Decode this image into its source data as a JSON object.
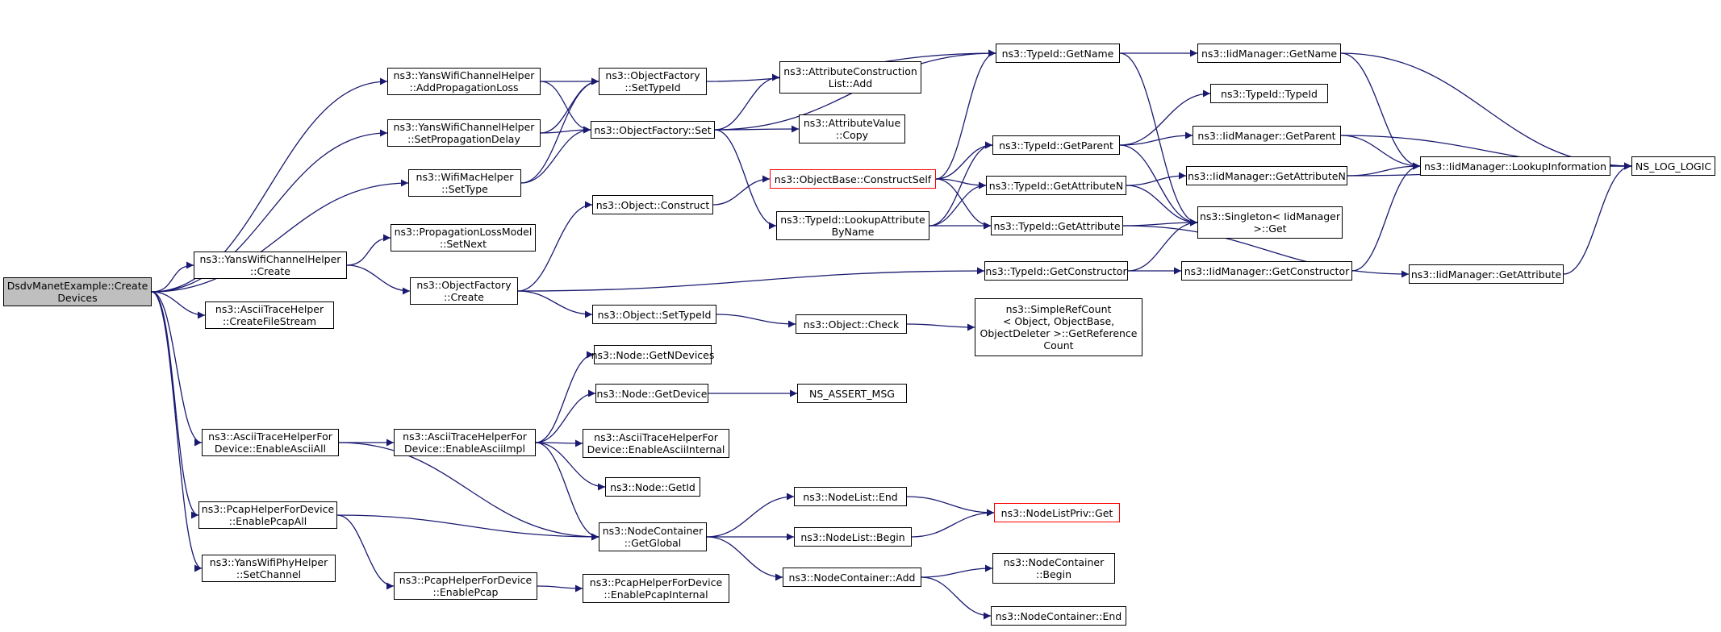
{
  "colors": {
    "edge": "#191970",
    "box_border": "#000000",
    "truncated_border": "#ff0000",
    "root_fill": "#bfbfbf"
  },
  "nodes": {
    "n_root": "DsdvManetExample::Create\nDevices",
    "n_addprop": "ns3::YansWifiChannelHelper\n::AddPropagationLoss",
    "n_setpropdelay": "ns3::YansWifiChannelHelper\n::SetPropagationDelay",
    "n_wifimac": "ns3::WifiMacHelper\n::SetType",
    "n_ywch_create": "ns3::YansWifiChannelHelper\n::Create",
    "n_ascii_cfs": "ns3::AsciiTraceHelper\n::CreateFileStream",
    "n_enableasciiall": "ns3::AsciiTraceHelperFor\nDevice::EnableAsciiAll",
    "n_enablepcapall": "ns3::PcapHelperForDevice\n::EnablePcapAll",
    "n_setchannel": "ns3::YansWifiPhyHelper\n::SetChannel",
    "n_of_settypeid": "ns3::ObjectFactory\n::SetTypeId",
    "n_of_set": "ns3::ObjectFactory::Set",
    "n_plm_setnext": "ns3::PropagationLossModel\n::SetNext",
    "n_of_create": "ns3::ObjectFactory\n::Create",
    "n_enableasciiimpl": "ns3::AsciiTraceHelperFor\nDevice::EnableAsciiImpl",
    "n_enablepcap": "ns3::PcapHelperForDevice\n::EnablePcap",
    "n_attrcons_add": "ns3::AttributeConstruction\nList::Add",
    "n_attrval_copy": "ns3::AttributeValue\n::Copy",
    "n_obj_construct": "ns3::Object::Construct",
    "n_lookupattr": "ns3::TypeId::LookupAttribute\nByName",
    "n_obj_settypeid": "ns3::Object::SetTypeId",
    "n_obj_check": "ns3::Object::Check",
    "n_node_getndevices": "ns3::Node::GetNDevices",
    "n_node_getdevice": "ns3::Node::GetDevice",
    "n_assert_msg": "NS_ASSERT_MSG",
    "n_enableasciiinternal": "ns3::AsciiTraceHelperFor\nDevice::EnableAsciiInternal",
    "n_node_getid": "ns3::Node::GetId",
    "n_nc_getglobal": "ns3::NodeContainer\n::GetGlobal",
    "n_enablepcapinternal": "ns3::PcapHelperForDevice\n::EnablePcapInternal",
    "n_nl_end": "ns3::NodeList::End",
    "n_nl_begin": "ns3::NodeList::Begin",
    "n_nc_add": "ns3::NodeContainer::Add",
    "n_nlpriv_get": "ns3::NodeListPriv::Get",
    "n_nc_begin": "ns3::NodeContainer\n::Begin",
    "n_nc_end": "ns3::NodeContainer::End",
    "n_objbase_cs": "ns3::ObjectBase::ConstructSelf",
    "n_tid_getname": "ns3::TypeId::GetName",
    "n_tid_getparent": "ns3::TypeId::GetParent",
    "n_tid_getattrn": "ns3::TypeId::GetAttributeN",
    "n_tid_getattr": "ns3::TypeId::GetAttribute",
    "n_tid_getctor": "ns3::TypeId::GetConstructor",
    "n_simplerefcount": "ns3::SimpleRefCount\n< Object, ObjectBase,\nObjectDeleter >::GetReference\nCount",
    "n_tid_typeid": "ns3::TypeId::TypeId",
    "n_iid_getname": "ns3::IidManager::GetName",
    "n_iid_getparent": "ns3::IidManager::GetParent",
    "n_iid_getattrn": "ns3::IidManager::GetAttributeN",
    "n_singleton_get": "ns3::Singleton< IidManager\n>::Get",
    "n_iid_getctor": "ns3::IidManager::GetConstructor",
    "n_iid_lookupinfo": "ns3::IidManager::LookupInformation",
    "n_iid_getattr": "ns3::IidManager::GetAttribute",
    "n_ns_log_logic": "NS_LOG_LOGIC"
  }
}
